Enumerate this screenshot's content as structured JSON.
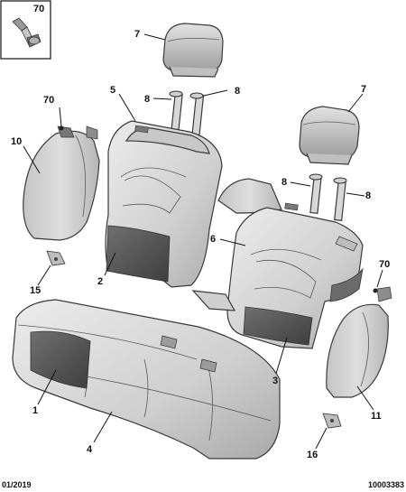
{
  "diagram": {
    "callouts": [
      {
        "id": "70-box",
        "label": "70"
      },
      {
        "id": "7-left",
        "label": "7"
      },
      {
        "id": "8-left-a",
        "label": "8"
      },
      {
        "id": "8-left-b",
        "label": "8"
      },
      {
        "id": "5",
        "label": "5"
      },
      {
        "id": "70-left",
        "label": "70"
      },
      {
        "id": "10",
        "label": "10"
      },
      {
        "id": "7-right",
        "label": "7"
      },
      {
        "id": "8-right-a",
        "label": "8"
      },
      {
        "id": "8-right-b",
        "label": "8"
      },
      {
        "id": "6",
        "label": "6"
      },
      {
        "id": "2",
        "label": "2"
      },
      {
        "id": "15",
        "label": "15"
      },
      {
        "id": "70-right",
        "label": "70"
      },
      {
        "id": "3",
        "label": "3"
      },
      {
        "id": "1",
        "label": "1"
      },
      {
        "id": "11",
        "label": "11"
      },
      {
        "id": "4",
        "label": "4"
      },
      {
        "id": "16",
        "label": "16"
      }
    ],
    "footer": {
      "date": "01/2019",
      "reference": "10003383"
    },
    "colors": {
      "panel_light": "#d6d6d6",
      "panel_mid": "#b9b9b9",
      "panel_dark": "#555555",
      "outline": "#3a3a3a"
    }
  }
}
